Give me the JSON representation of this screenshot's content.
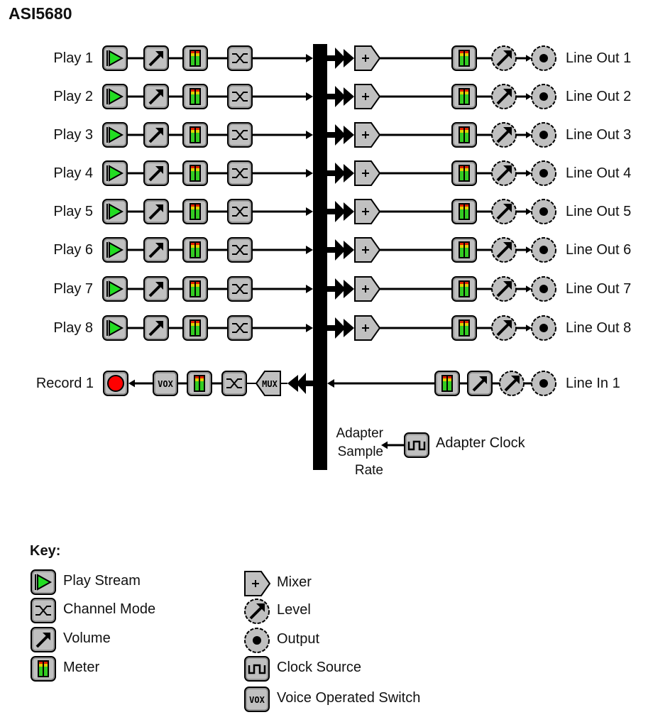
{
  "title": "ASI5680",
  "play_rows": [
    {
      "input": "Play 1",
      "output": "Line Out 1"
    },
    {
      "input": "Play 2",
      "output": "Line Out 2"
    },
    {
      "input": "Play 3",
      "output": "Line Out 3"
    },
    {
      "input": "Play 4",
      "output": "Line Out 4"
    },
    {
      "input": "Play 5",
      "output": "Line Out 5"
    },
    {
      "input": "Play 6",
      "output": "Line Out 6"
    },
    {
      "input": "Play 7",
      "output": "Line Out 7"
    },
    {
      "input": "Play 8",
      "output": "Line Out 8"
    }
  ],
  "play_chain": [
    "play-stream",
    "volume",
    "meter",
    "channel-mode"
  ],
  "out_chain": [
    "mixer",
    "meter",
    "level",
    "output"
  ],
  "record_row": {
    "label": "Record 1",
    "chain": [
      "record",
      "vox",
      "meter",
      "channel-mode",
      "mux"
    ],
    "mux_text": "MUX",
    "vox_text": "VOX"
  },
  "line_in_row": {
    "label": "Line In 1",
    "chain": [
      "meter",
      "volume",
      "level",
      "output"
    ]
  },
  "clock": {
    "sample_rate_label": "Adapter Sample Rate",
    "sample_rate_lines": [
      "Adapter",
      "Sample",
      "Rate"
    ],
    "clock_label": "Adapter Clock"
  },
  "key": {
    "title": "Key:",
    "left": [
      {
        "icon": "play-stream",
        "label": "Play Stream"
      },
      {
        "icon": "channel-mode",
        "label": "Channel Mode"
      },
      {
        "icon": "volume",
        "label": "Volume"
      },
      {
        "icon": "meter",
        "label": "Meter"
      }
    ],
    "right": [
      {
        "icon": "mixer",
        "label": "Mixer"
      },
      {
        "icon": "level",
        "label": "Level"
      },
      {
        "icon": "output",
        "label": "Output"
      },
      {
        "icon": "clock-source",
        "label": "Clock Source"
      },
      {
        "icon": "vox",
        "label": "Voice Operated Switch"
      }
    ]
  },
  "colors": {
    "icon_fill": "#c0c0c0",
    "icon_stroke": "#000000",
    "play_green": "#22dd22",
    "meter_green": "#33cc22",
    "meter_yellow": "#e0d000",
    "meter_red": "#e02000",
    "record_red": "#ff0000",
    "bus": "#000000"
  }
}
